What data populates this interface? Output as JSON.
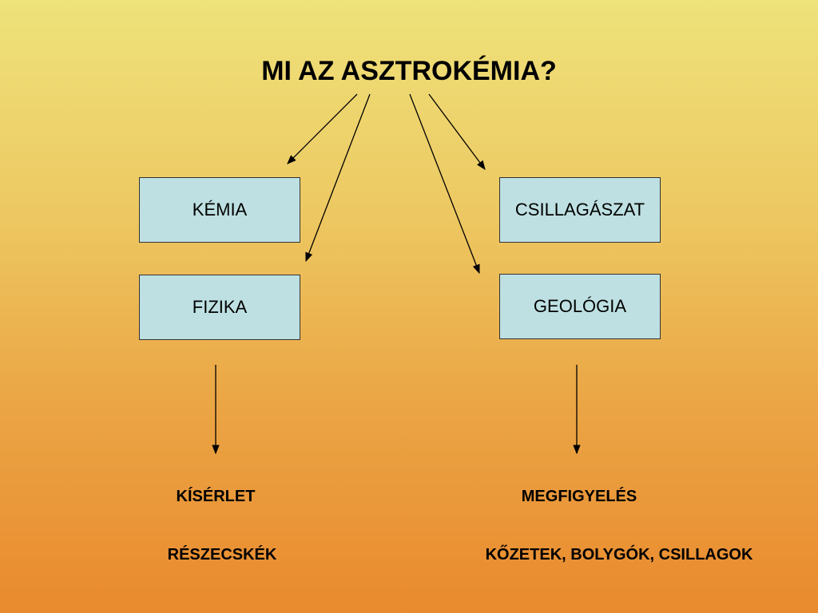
{
  "title": "MI AZ ASZTROKÉMIA?",
  "boxes": {
    "chemistry": "KÉMIA",
    "physics": "FIZIKA",
    "astronomy": "CSILLAGÁSZAT",
    "geology": "GEOLÓGIA"
  },
  "left": {
    "method": "KÍSÉRLET",
    "subject": "RÉSZECSKÉK"
  },
  "right": {
    "method": "MEGFIGYELÉS",
    "subject": "KŐZETEK, BOLYGÓK, CSILLAGOK"
  }
}
